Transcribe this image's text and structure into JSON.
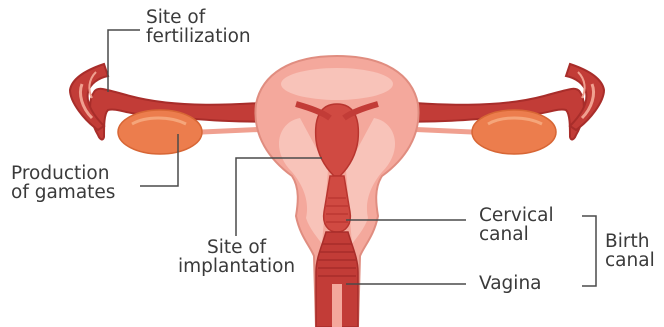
{
  "labels": {
    "fertilization": [
      "Site of",
      "fertilization"
    ],
    "gametes": [
      "Production",
      "of gamates"
    ],
    "implantation": [
      "Site of",
      "implantation"
    ],
    "cervical": [
      "Cervical",
      "canal"
    ],
    "vagina": "Vagina",
    "birth": [
      "Birth",
      "canal"
    ]
  },
  "colors": {
    "outline": "#b3302d",
    "tube_dark": "#c23c37",
    "uterus_body": "#f4a89c",
    "uterus_light": "#f8c3b9",
    "cavity": "#d04a42",
    "ovary": "#ec7d4d",
    "leader_line": "#4a4a4a"
  }
}
